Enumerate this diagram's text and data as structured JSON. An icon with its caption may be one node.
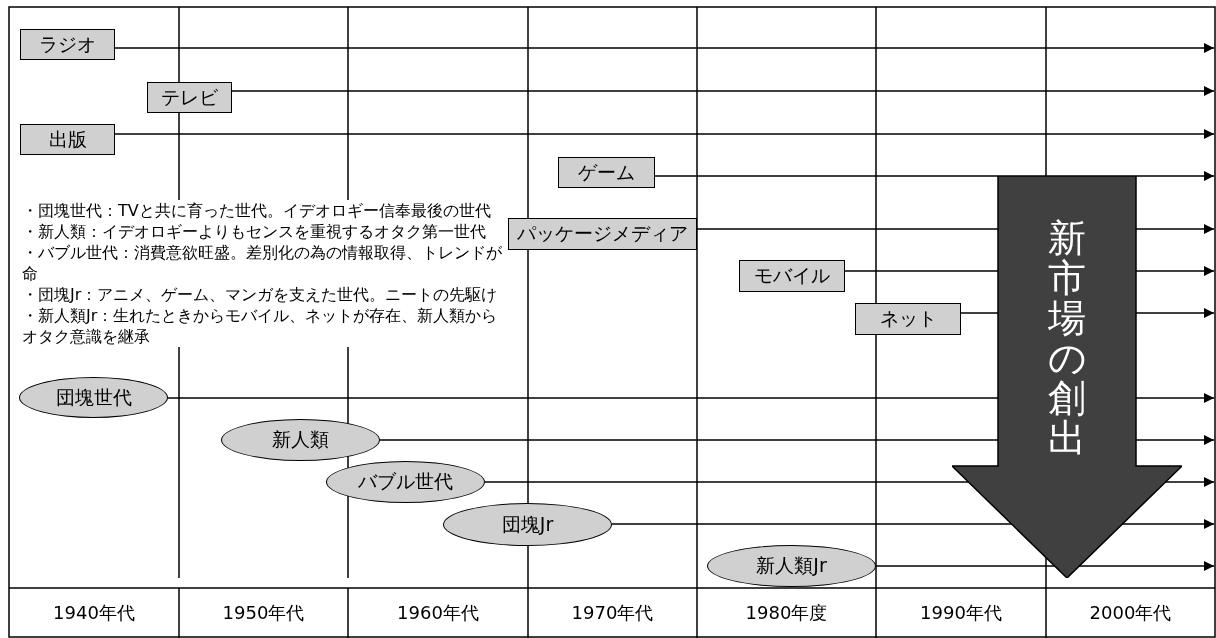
{
  "diagram": {
    "nodes": [
      {
        "text": [
          "ラジオ"
        ]
      },
      {
        "text": [
          "テレビ"
        ]
      },
      {
        "text": [
          "出版"
        ]
      },
      {
        "text": [
          "ゲーム"
        ]
      },
      {
        "text": [
          "パッケージメディア"
        ]
      },
      {
        "text": [
          "モバイル"
        ]
      },
      {
        "text": [
          "ネット"
        ]
      },
      {
        "text": [
          "団塊世代"
        ]
      },
      {
        "text": [
          "新人類"
        ]
      },
      {
        "text": [
          "バブル世代"
        ]
      },
      {
        "text": [
          "団塊Jr"
        ]
      },
      {
        "text": [
          "新人類Jr"
        ]
      },
      {
        "text": [
          "新市場の創出"
        ]
      }
    ],
    "edges": [
      {
        "from": 0,
        "to": null,
        "arrow": "to"
      },
      {
        "from": 1,
        "to": null,
        "arrow": "to"
      },
      {
        "from": 2,
        "to": null,
        "arrow": "to"
      },
      {
        "from": 3,
        "to": null,
        "arrow": "to"
      },
      {
        "from": 4,
        "to": null,
        "arrow": "to"
      },
      {
        "from": 5,
        "to": null,
        "arrow": "to"
      },
      {
        "from": 6,
        "to": null,
        "arrow": "to"
      },
      {
        "from": 7,
        "to": null,
        "arrow": "to"
      },
      {
        "from": 8,
        "to": null,
        "arrow": "to"
      },
      {
        "from": 9,
        "to": null,
        "arrow": "to"
      },
      {
        "from": 10,
        "to": null,
        "arrow": "to"
      },
      {
        "from": 11,
        "to": null,
        "arrow": "to"
      }
    ],
    "labels": [
      "・団塊世代：TVと共に育った世代。イデオロギー信奉最後の世代",
      "・新人類：イデオロギーよりもセンスを重視するオタク第一世代",
      "・バブル世代：消費意欲旺盛。差別化の為の情報取得、トレンドが命",
      "・団塊Jr：アニメ、ゲーム、マンガを支えた世代。ニートの先駆け",
      "・新人類Jr：生れたときからモバイル、ネットが存在、新人類からオタク意識を継承",
      "1940年代",
      "1950年代",
      "1960年代",
      "1970年代",
      "1980年度",
      "1990年代",
      "2000年代"
    ]
  }
}
